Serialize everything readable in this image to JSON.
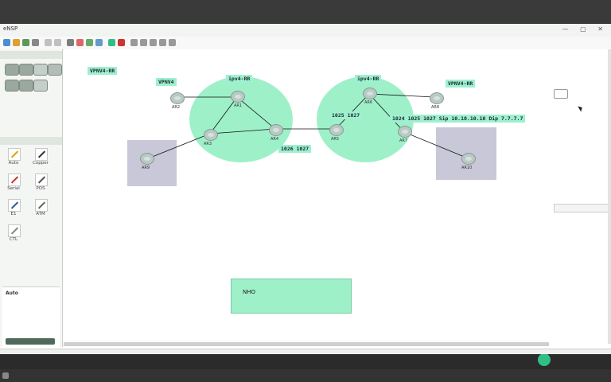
{
  "window": {
    "title": "eNSP",
    "center_title": "",
    "controls": "— ▢ ✕"
  },
  "sidebar": {
    "devices_title": "",
    "links_title": "",
    "tools": [
      {
        "label": "Auto",
        "color": "#d9a400"
      },
      {
        "label": "Copper",
        "color": "#333333"
      },
      {
        "label": "Serial",
        "color": "#c0392b"
      },
      {
        "label": "POS",
        "color": "#555555"
      },
      {
        "label": "E1",
        "color": "#2c5aa0"
      },
      {
        "label": "ATM",
        "color": "#666666"
      },
      {
        "label": "CTL",
        "color": "#888888"
      }
    ],
    "info": {
      "title": "Auto",
      "desc": ""
    }
  },
  "canvas": {
    "labels": {
      "vpnv4_rr_left": "VPNV4-RR",
      "vpnv4_left": "VPNV4",
      "ipv4_rr_left": "ipv4-RR",
      "ipv4_rr_right": "ipv4-RR",
      "vpnv4_rr_right": "VPNV4-RR",
      "labels_1026_1027": "1026 1027",
      "labels_1025_1027": "1025 1027",
      "labels_sip": "1024 1025 1027 Sip 10.10.10.10 Dip 7.7.7.7"
    },
    "nodes": {
      "pe_left": "AR2",
      "rr_left": "AR1",
      "p1": "AR3",
      "asbr_left": "AR4",
      "asbr_right": "AR5",
      "rr_right": "AR6",
      "pe_right": "AR7",
      "vpnv4_right": "AR8",
      "ce_left": "AR9",
      "ce_right": "AR10"
    },
    "note": {
      "line1": "",
      "line2": "NHO",
      "line3": "",
      "line4": ""
    },
    "right_button": ""
  },
  "status": {
    "left": "",
    "right": ""
  },
  "taskbar": {
    "text": ""
  }
}
